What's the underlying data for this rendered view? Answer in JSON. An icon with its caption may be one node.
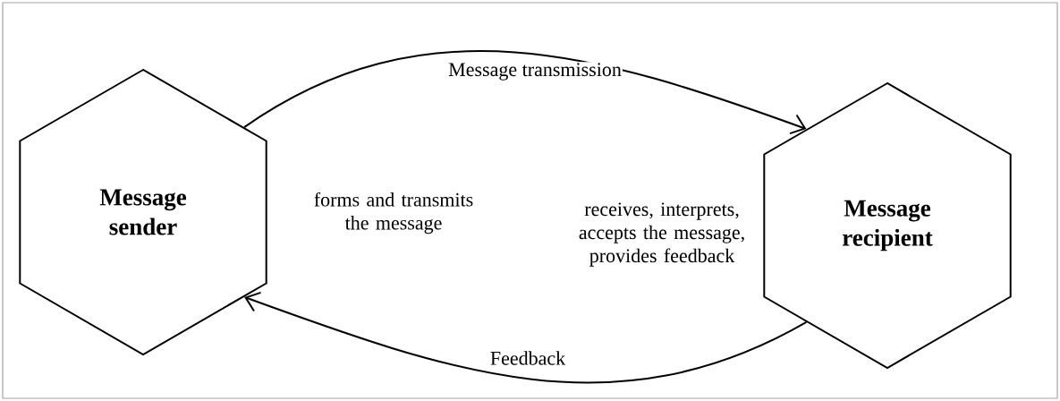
{
  "diagram": {
    "nodes": [
      {
        "text": [
          "Message sender"
        ],
        "beside": [
          "forms and transmits the message"
        ]
      },
      {
        "text": [
          "Message recipient"
        ],
        "beside": [
          "receives, interprets, accepts the message, provides feedback"
        ]
      }
    ],
    "edges": [
      {
        "from": 0,
        "to": 1,
        "arrow": "to",
        "label": "Message transmission"
      },
      {
        "from": 1,
        "to": 0,
        "arrow": "to",
        "label": "Feedback"
      }
    ]
  }
}
